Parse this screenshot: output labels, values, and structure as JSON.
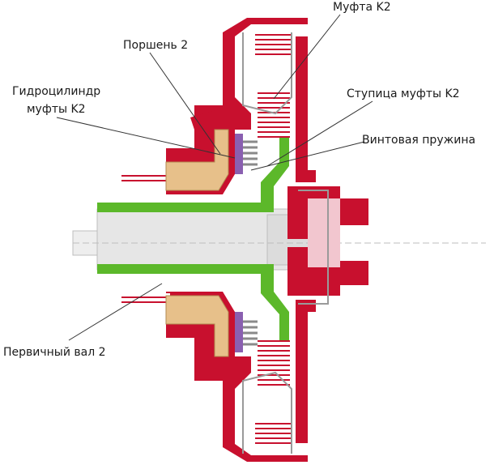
{
  "labels": {
    "clutch": "Муфта K2",
    "piston": "Поршень 2",
    "hydro_line1": "Гидроцилиндр",
    "hydro_line2": "муфты K2",
    "hub": "Ступица муфты K2",
    "spring": "Винтовая пружина",
    "shaft": "Первичный вал 2"
  },
  "colors": {
    "housing": "#c8102e",
    "shaft_green": "#5cb82a",
    "piston_tan": "#e7c08a",
    "spring_purple": "#8a5fb0",
    "shaft_grey": "#e6e6e6",
    "outline": "#7a7a7a",
    "leader": "#333333"
  }
}
